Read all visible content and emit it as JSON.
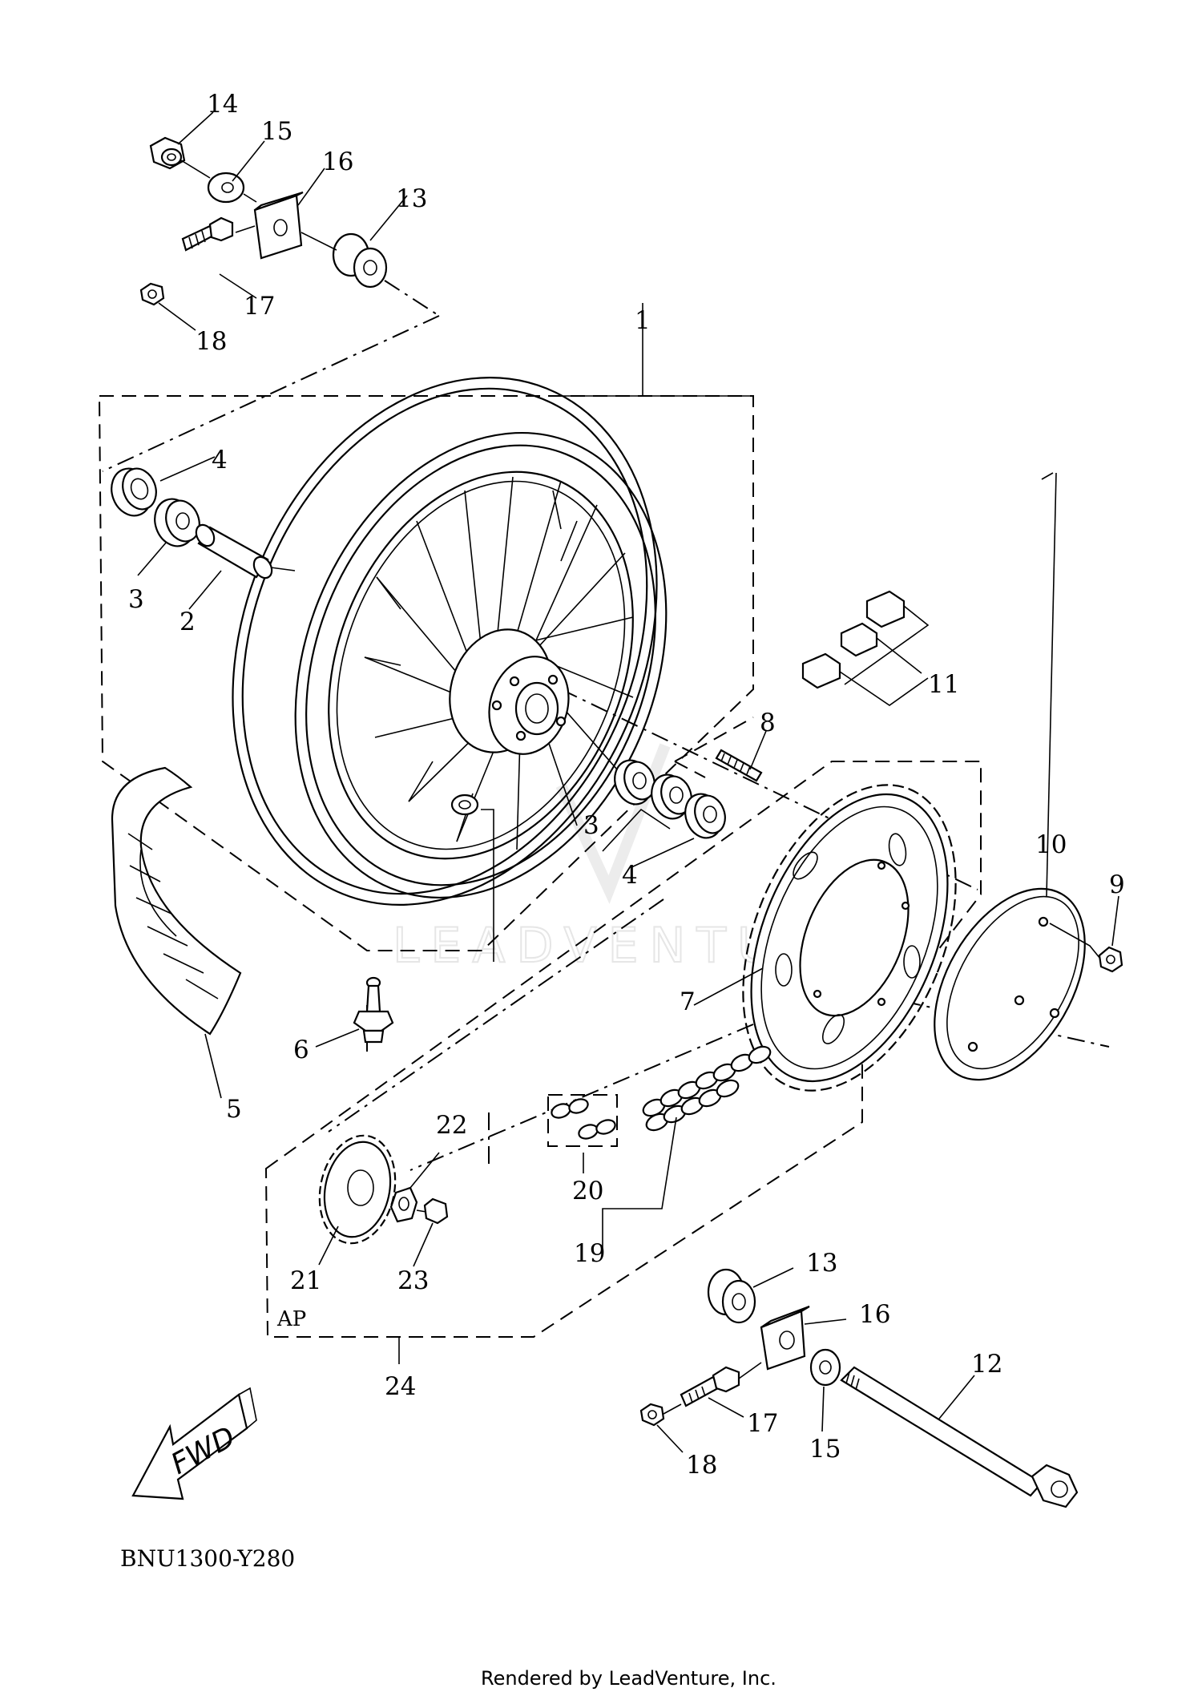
{
  "diagram": {
    "callouts": [
      {
        "id": "14",
        "text": "14"
      },
      {
        "id": "15a",
        "text": "15"
      },
      {
        "id": "16a",
        "text": "16"
      },
      {
        "id": "13a",
        "text": "13"
      },
      {
        "id": "17a",
        "text": "17"
      },
      {
        "id": "18a",
        "text": "18"
      },
      {
        "id": "1",
        "text": "1"
      },
      {
        "id": "4a",
        "text": "4"
      },
      {
        "id": "3a",
        "text": "3"
      },
      {
        "id": "2",
        "text": "2"
      },
      {
        "id": "11",
        "text": "11"
      },
      {
        "id": "8",
        "text": "8"
      },
      {
        "id": "3b",
        "text": "3"
      },
      {
        "id": "4b",
        "text": "4"
      },
      {
        "id": "10",
        "text": "10"
      },
      {
        "id": "9",
        "text": "9"
      },
      {
        "id": "7",
        "text": "7"
      },
      {
        "id": "5",
        "text": "5"
      },
      {
        "id": "6",
        "text": "6"
      },
      {
        "id": "22",
        "text": "22"
      },
      {
        "id": "20",
        "text": "20"
      },
      {
        "id": "19",
        "text": "19"
      },
      {
        "id": "21",
        "text": "21"
      },
      {
        "id": "23",
        "text": "23"
      },
      {
        "id": "24",
        "text": "24"
      },
      {
        "id": "13b",
        "text": "13"
      },
      {
        "id": "16b",
        "text": "16"
      },
      {
        "id": "12",
        "text": "12"
      },
      {
        "id": "17b",
        "text": "17"
      },
      {
        "id": "15b",
        "text": "15"
      },
      {
        "id": "18b",
        "text": "18"
      }
    ],
    "ap_label": "AP",
    "fwd_label": "FWD",
    "diagram_code": "BNU1300-Y280",
    "footer": "Rendered by LeadVenture, Inc.",
    "watermark": "LEADVENTURE"
  }
}
